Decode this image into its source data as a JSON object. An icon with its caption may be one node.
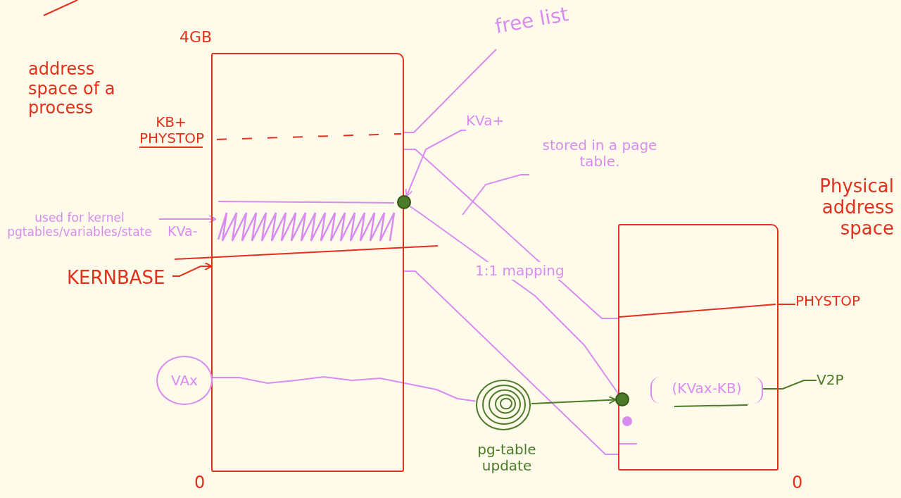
{
  "diagram": {
    "nodes": [
      {
        "text": [],
        "shape": "box"
      },
      {
        "text": [],
        "shape": "box"
      },
      {
        "text": [
          "VAx"
        ]
      },
      {
        "text": [],
        "shape": "circle",
        "beside": [
          "pg-table update"
        ]
      },
      {
        "text": [],
        "shape": "circle"
      },
      {
        "text": [
          "(KVax-KB)"
        ],
        "in": 1
      },
      {
        "text": [
          "V2P"
        ]
      },
      {
        "text": [],
        "shape": "circle"
      },
      {
        "text": [
          "KVa+"
        ]
      },
      {
        "text": [
          "free list"
        ]
      },
      {
        "text": [
          "stored in a page table."
        ]
      },
      {
        "text": [
          "used for kernel pgtables/variables/state"
        ]
      },
      {
        "text": [],
        "shape": "bar",
        "in": 0
      },
      {
        "text": [
          "KERNBASE"
        ]
      },
      {
        "text": [
          "PHYSTOP"
        ]
      }
    ],
    "edges": [
      {
        "from": 9,
        "to": 0,
        "arrow": "none"
      },
      {
        "from": 10,
        "to": null,
        "arrow": "none"
      },
      {
        "from": 8,
        "to": 7,
        "arrow": "to"
      },
      {
        "from": 11,
        "to": 12,
        "arrow": "to"
      },
      {
        "from": 13,
        "to": 0,
        "arrow": "to",
        "color": "#e3301c"
      },
      {
        "from": 14,
        "to": 1,
        "arrow": "none",
        "color": "#e3301c"
      },
      {
        "from": 0,
        "to": 1,
        "arrow": "none"
      },
      {
        "from": 7,
        "to": 4,
        "arrow": "none",
        "label": "1:1 mapping"
      },
      {
        "from": 0,
        "to": 1,
        "arrow": "none"
      },
      {
        "from": 2,
        "to": 3,
        "arrow": "none"
      },
      {
        "from": 3,
        "to": 4,
        "arrow": "to",
        "color": "#4b7a28"
      },
      {
        "from": 6,
        "to": 5,
        "arrow": "none",
        "color": "#4b7a28"
      }
    ],
    "labels": [
      "4GB",
      "address space of a process",
      "KB+ PHYSTOP",
      "Physical address space",
      "KVa-",
      "0",
      "0"
    ]
  }
}
